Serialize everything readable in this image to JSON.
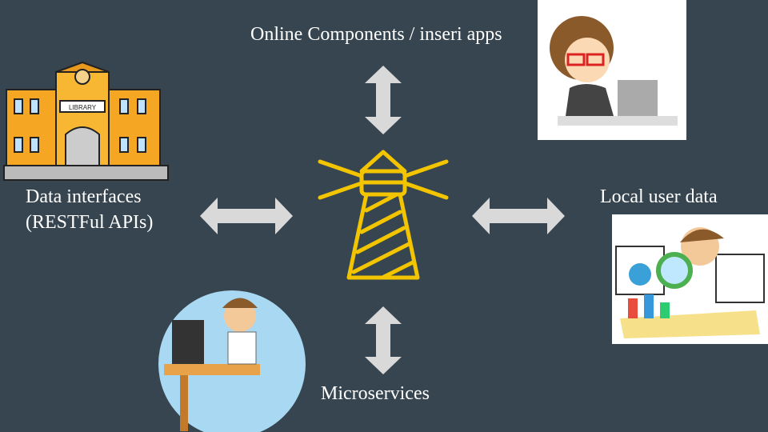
{
  "labels": {
    "top": "Online Components / inseri apps",
    "left_line1": "Data interfaces",
    "left_line2": "(RESTFul APIs)",
    "right": "Local user data",
    "bottom": "Microservices"
  },
  "library_sign": "LIBRARY",
  "colors": {
    "background": "#36454f",
    "lighthouse": "#f2c500",
    "arrows": "#d9d9d9"
  }
}
